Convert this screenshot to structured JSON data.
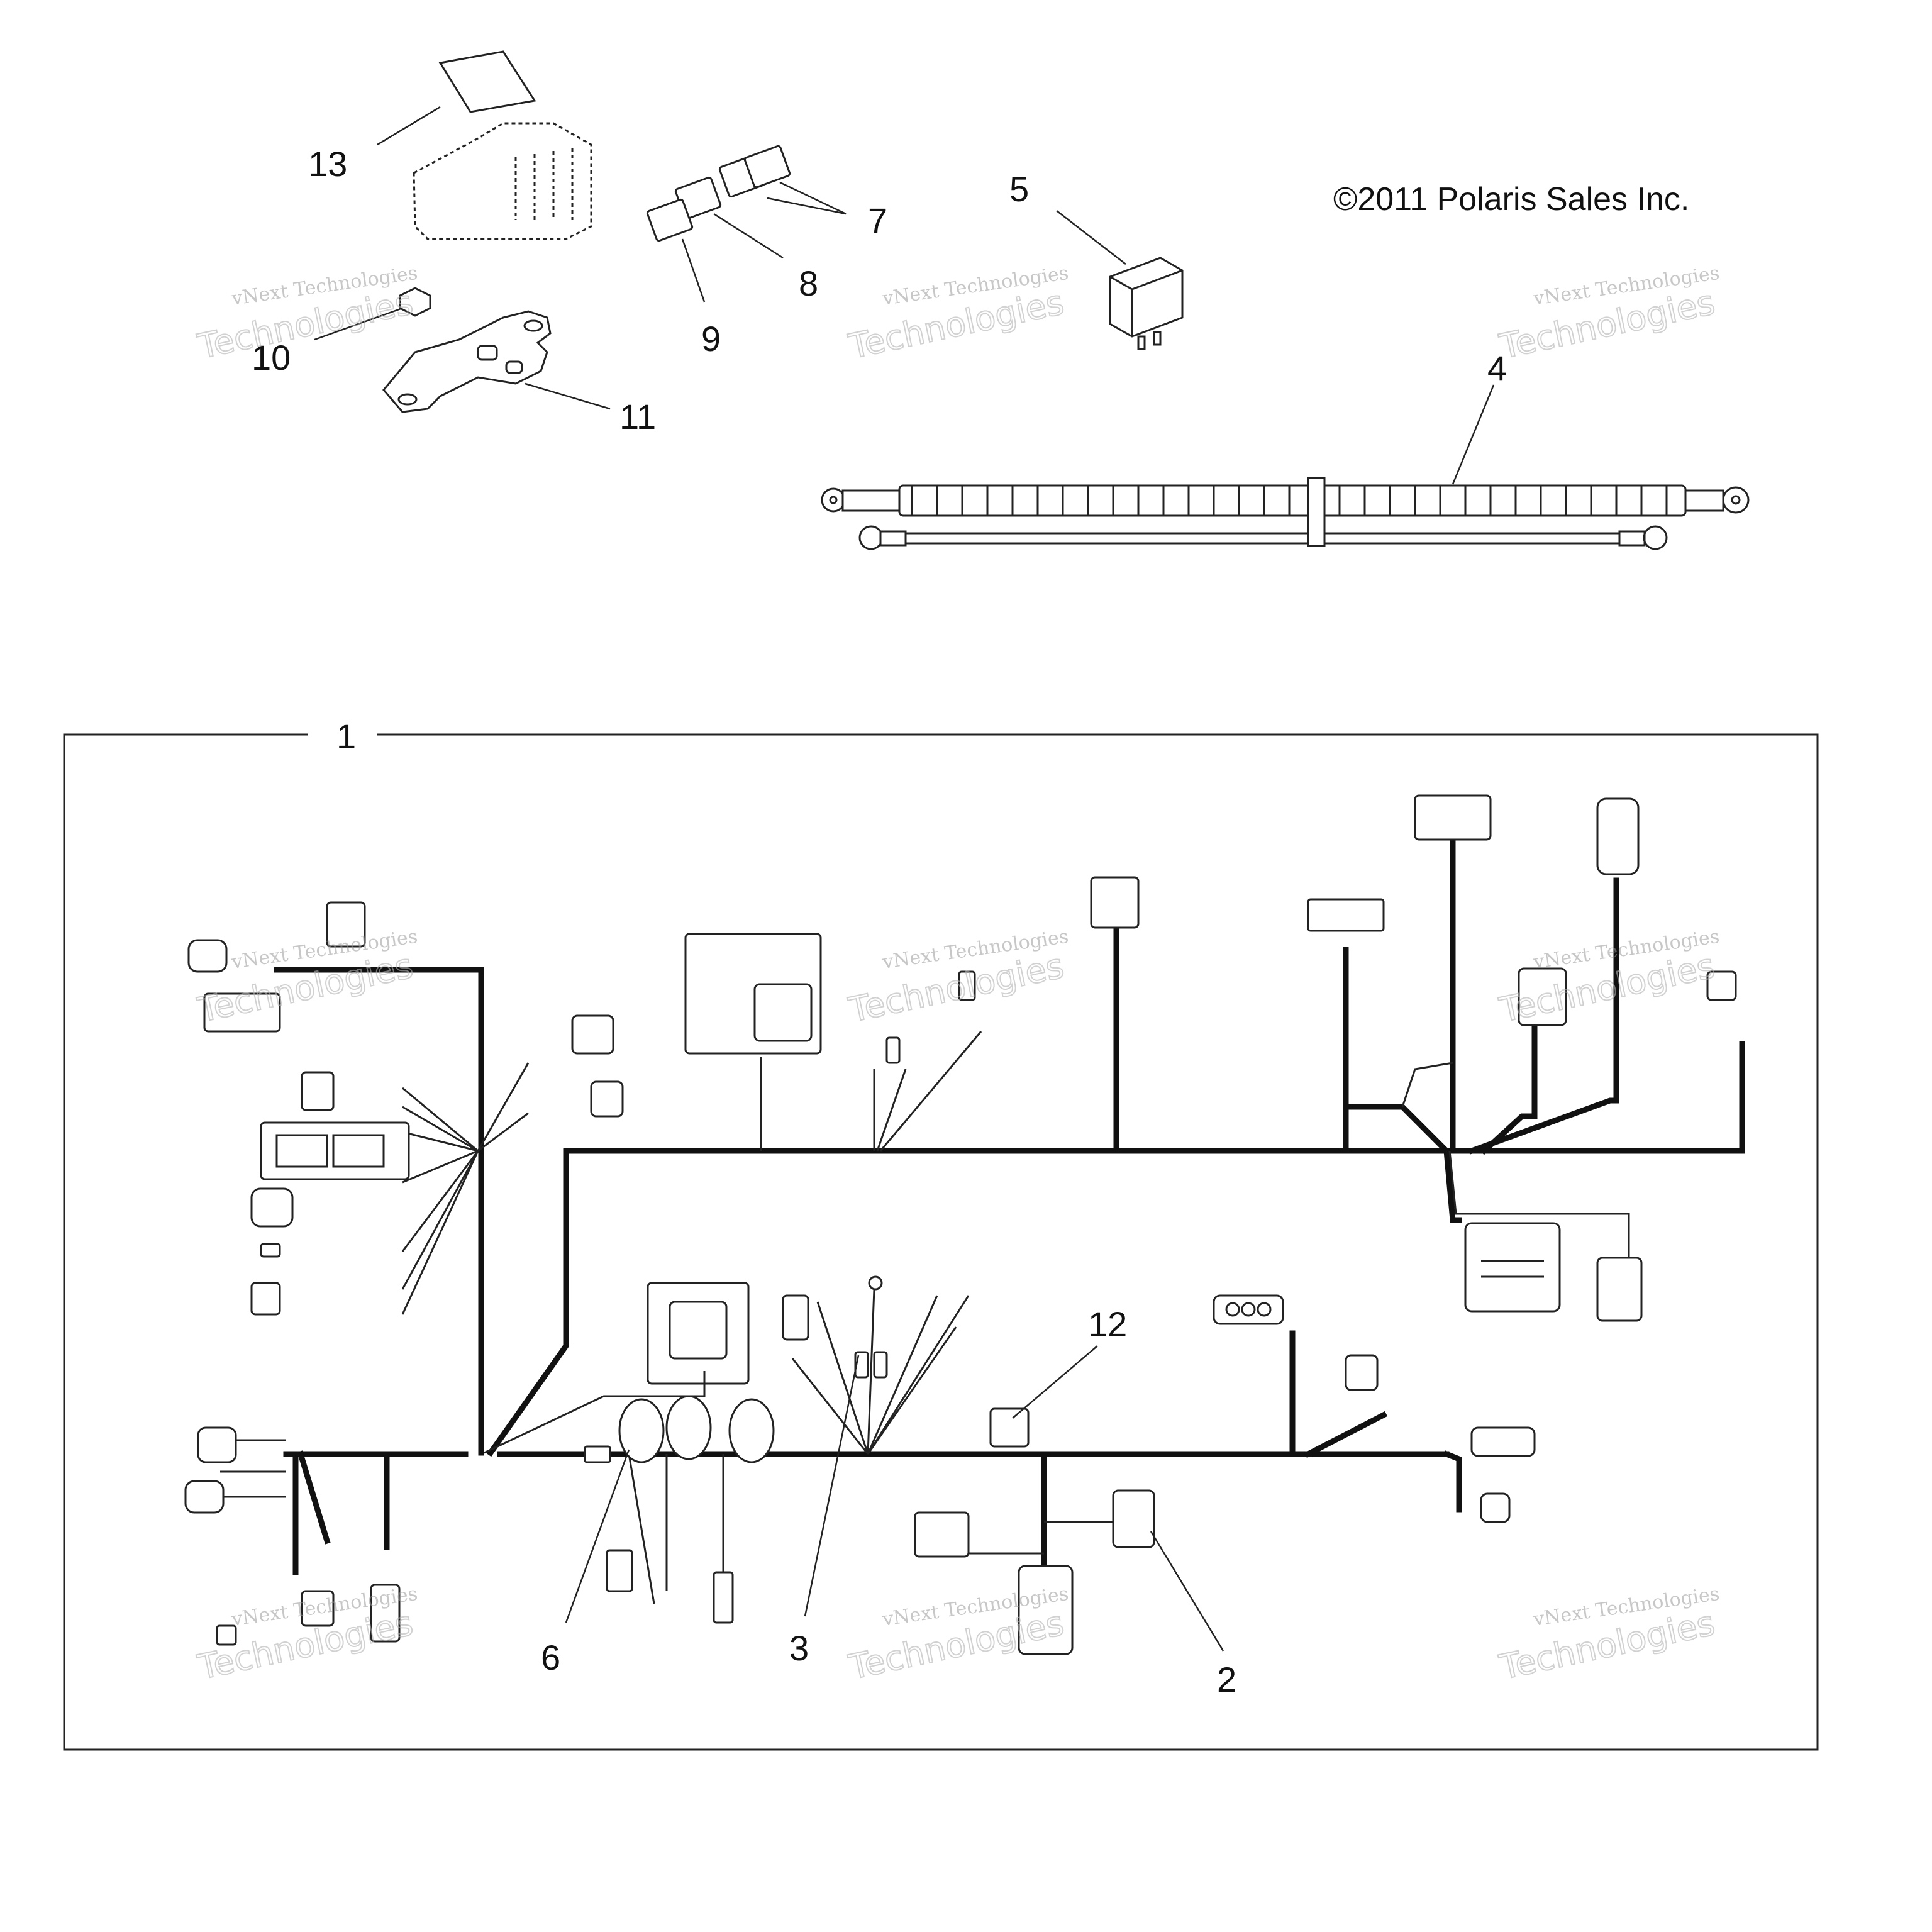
{
  "copyright": "©2011 Polaris Sales Inc.",
  "watermark": {
    "line1": "vNext Technologies",
    "line2": "Technologies",
    "small": "vNext"
  },
  "callouts": {
    "c1": "1",
    "c2": "2",
    "c3": "3",
    "c4": "4",
    "c5": "5",
    "c6": "6",
    "c7": "7",
    "c8": "8",
    "c9": "9",
    "c10": "10",
    "c11": "11",
    "c12": "12",
    "c13": "13"
  },
  "colors": {
    "ink": "#111111",
    "watermark": "#a0a0a0"
  }
}
